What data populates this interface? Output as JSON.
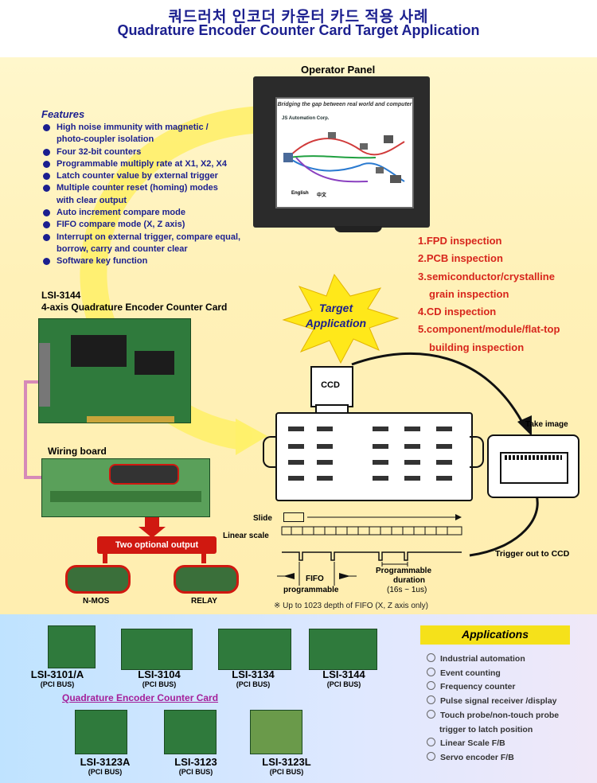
{
  "header": {
    "title_kr": "쿼드러처 인코더 카운터 카드 적용 사례",
    "title_en": "Quadrature Encoder Counter Card Target Application"
  },
  "features": {
    "title": "Features",
    "items": [
      [
        "High noise immunity with magnetic /",
        "photo-coupler isolation"
      ],
      [
        "Four 32-bit counters"
      ],
      [
        "Programmable multiply rate at X1, X2, X4"
      ],
      [
        "Latch counter value by external trigger"
      ],
      [
        "Multiple counter reset (homing) modes",
        "with clear output"
      ],
      [
        "Auto increment compare mode"
      ],
      [
        "FIFO compare mode (X, Z axis)"
      ],
      [
        "Interrupt on external trigger, compare equal,",
        "borrow, carry and counter clear"
      ],
      [
        "Software key function"
      ]
    ]
  },
  "operator_panel": {
    "label": "Operator Panel",
    "screen_title": "Bridging the gap between real world and computer",
    "company": "JS Automation Corp.",
    "lang_en": "English",
    "lang_cn": "中文"
  },
  "target_applications": {
    "items": [
      "1.FPD inspection",
      "2.PCB inspection",
      "3.semiconductor/crystalline",
      "grain inspection",
      "4.CD inspection",
      "5.component/module/flat-top",
      "building inspection"
    ]
  },
  "burst": {
    "line1": "Target",
    "line2": "Application"
  },
  "lsi": {
    "model": "LSI-3144",
    "name": "4-axis Quadrature Encoder Counter Card"
  },
  "wiring": {
    "label": "Wiring board"
  },
  "optional": {
    "bar": "Two optional output",
    "nmos": "N-MOS",
    "relay": "RELAY"
  },
  "ccd": {
    "label": "CCD",
    "take_image": "Take image",
    "trigger": "Trigger out to CCD"
  },
  "timing": {
    "slide": "Slide",
    "linear_scale": "Linear scale",
    "fifo": "FIFO",
    "programmable": "programmable",
    "prog_duration": "Programmable",
    "duration": "duration",
    "duration_range": "(16s ~ 1us)",
    "note": "※ Up to 1023 depth of FIFO (X, Z axis only)"
  },
  "applications": {
    "title": "Applications",
    "items": [
      [
        "Industrial automation"
      ],
      [
        "Event counting"
      ],
      [
        "Frequency counter"
      ],
      [
        "Pulse signal receiver /display"
      ],
      [
        "Touch probe/non-touch probe",
        "trigger to latch position"
      ],
      [
        "Linear Scale F/B"
      ],
      [
        "Servo encoder F/B"
      ]
    ]
  },
  "products": {
    "section_label": "Quadrature Encoder Counter Card",
    "items": [
      {
        "model": "LSI-3101/A",
        "bus": "(PCI BUS)"
      },
      {
        "model": "LSI-3104",
        "bus": "(PCI BUS)"
      },
      {
        "model": "LSI-3134",
        "bus": "(PCI BUS)"
      },
      {
        "model": "LSI-3144",
        "bus": "(PCI BUS)"
      },
      {
        "model": "LSI-3123A",
        "bus": "(PCI BUS)"
      },
      {
        "model": "LSI-3123",
        "bus": "(PCI BUS)"
      },
      {
        "model": "LSI-3123L",
        "bus": "(PCI BUS)"
      }
    ]
  },
  "colors": {
    "navy": "#1b1f8f",
    "red": "#d7261c",
    "yellow": "#f5e11a",
    "magenta": "#a4209a"
  }
}
